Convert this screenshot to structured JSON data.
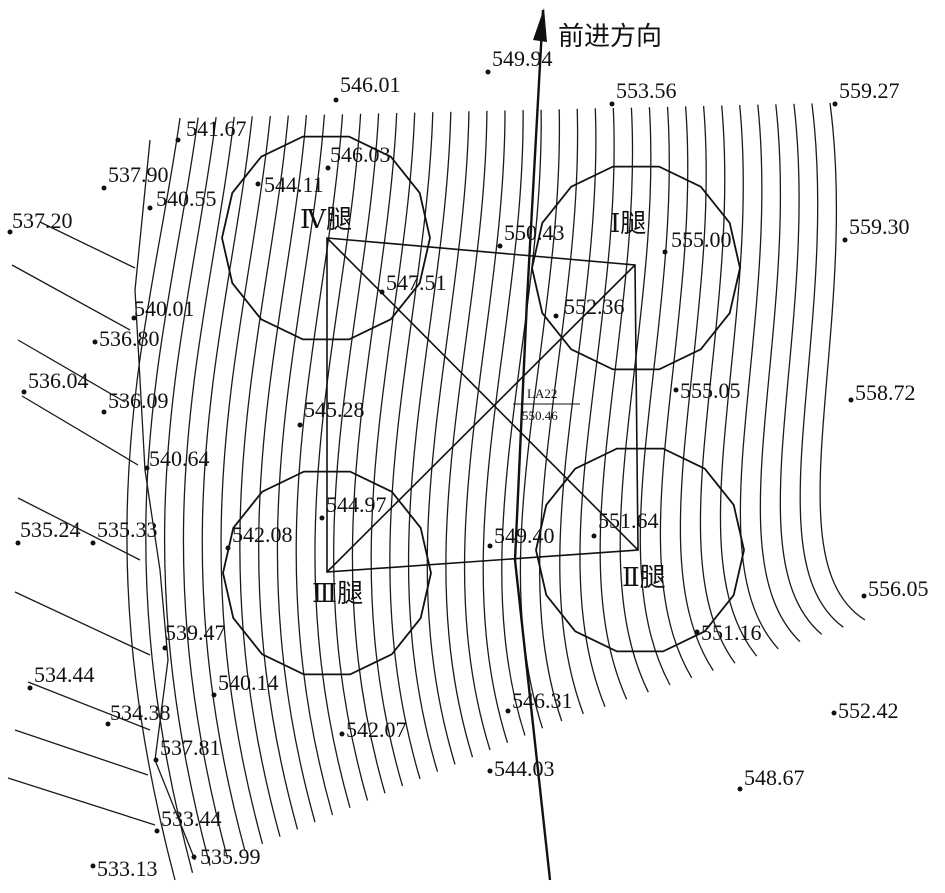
{
  "direction_label": "前进方向",
  "tower": {
    "code": "LA22",
    "elevation": "550.46"
  },
  "legs": {
    "I": "Ⅰ腿",
    "II": "Ⅱ腿",
    "III": "Ⅲ腿",
    "IV": "Ⅳ腿"
  },
  "spot_heights": [
    "549.94",
    "546.01",
    "553.56",
    "559.27",
    "541.67",
    "546.03",
    "537.90",
    "544.11",
    "540.55",
    "537.20",
    "550.43",
    "555.00",
    "559.30",
    "547.51",
    "540.01",
    "552.36",
    "536.80",
    "536.04",
    "536.09",
    "555.05",
    "558.72",
    "545.28",
    "540.64",
    "544.97",
    "551.64",
    "535.24",
    "535.33",
    "542.08",
    "549.40",
    "556.05",
    "539.47",
    "551.16",
    "534.44",
    "540.14",
    "546.31",
    "552.42",
    "534.38",
    "542.07",
    "537.81",
    "544.03",
    "548.67",
    "533.44",
    "535.99",
    "533.13"
  ]
}
